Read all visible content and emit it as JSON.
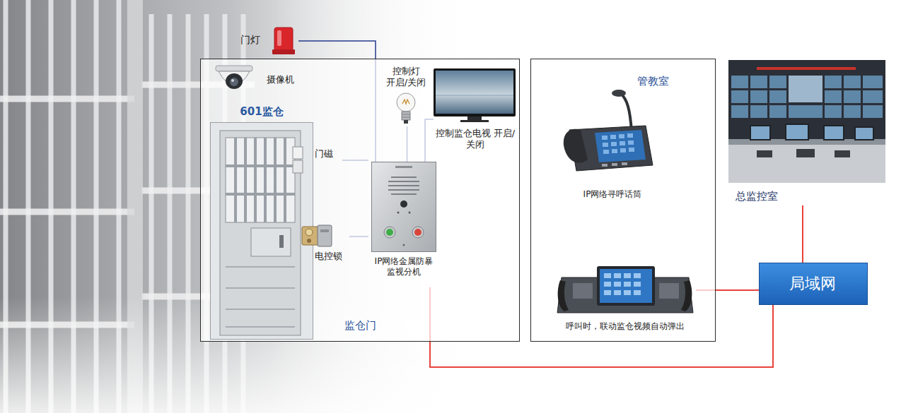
{
  "diagram": {
    "nodes": [
      {
        "text": [
          "监仓门"
        ]
      },
      {
        "text": [
          "门灯"
        ]
      },
      {
        "text": [
          "摄像机"
        ],
        "in": 0
      },
      {
        "text": [
          "601监仓"
        ],
        "in": 0
      },
      {
        "text": [
          "门磁"
        ],
        "in": 0
      },
      {
        "text": [
          "电控锁"
        ],
        "in": 0
      },
      {
        "text": [
          "IP网络金属防暴监视分机"
        ],
        "in": 0
      },
      {
        "text": [
          "控制灯 开启/关闭"
        ],
        "in": 0
      },
      {
        "text": [
          "控制监仓电视 开启/关闭"
        ],
        "in": 0
      },
      {
        "text": [
          "管教室"
        ]
      },
      {
        "text": [
          "IP网络寻呼话筒"
        ],
        "in": 9
      },
      {
        "text": [
          "呼叫时，联动监仓视频自动弹出"
        ],
        "in": 9
      },
      {
        "text": [
          "总监控室"
        ]
      },
      {
        "text": [
          "局域网"
        ]
      }
    ],
    "edges": [
      {
        "from": 1,
        "to": 6,
        "arrow": "none"
      },
      {
        "from": 4,
        "to": 6,
        "arrow": "none"
      },
      {
        "from": 5,
        "to": 6,
        "arrow": "none"
      },
      {
        "from": 7,
        "to": 6,
        "arrow": "none"
      },
      {
        "from": 8,
        "to": 6,
        "arrow": "none"
      },
      {
        "from": 6,
        "to": 13,
        "arrow": "none"
      },
      {
        "from": 11,
        "to": 13,
        "arrow": "none"
      },
      {
        "from": 13,
        "to": 12,
        "arrow": "none"
      }
    ]
  }
}
